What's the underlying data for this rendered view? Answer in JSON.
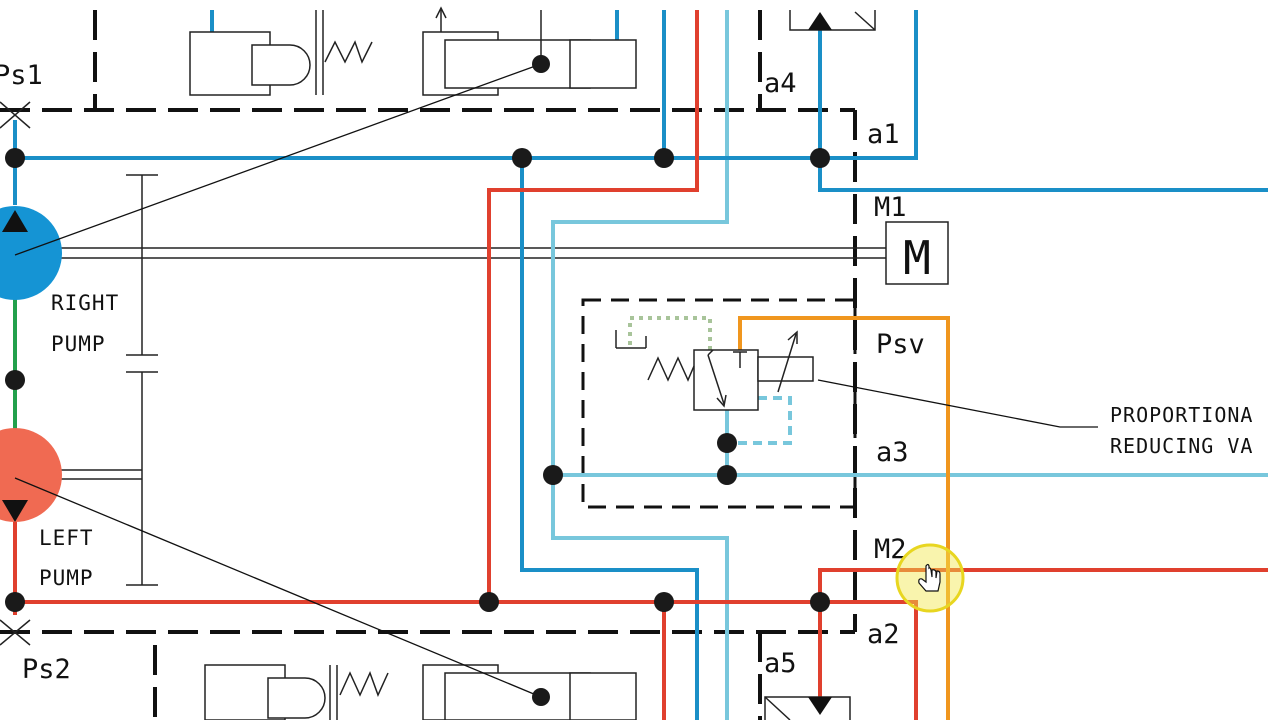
{
  "diagram": {
    "colors": {
      "pressure_red": "#e0402e",
      "pressure_blue": "#1a8fc7",
      "pilot_light_blue": "#78c7dc",
      "drain_green": "#a8c49a",
      "supply_orange": "#f0961e",
      "link_green": "#22a04c",
      "right_pump_fill": "#1594d4",
      "left_pump_fill": "#f06a52",
      "cursor_highlight": "#f2e64a"
    },
    "labels": {
      "ps1": "Ps1",
      "ps2": "Ps2",
      "a1": "a1",
      "a2": "a2",
      "a3": "a3",
      "a4": "a4",
      "a5": "a5",
      "m1": "M1",
      "m2": "M2",
      "psv": "Psv",
      "right_pump_line1": "RIGHT",
      "right_pump_line2": "PUMP",
      "left_pump_line1": "LEFT",
      "left_pump_line2": "PUMP",
      "valve_line1": "PROPORTIONA",
      "valve_line2": "REDUCING VA"
    },
    "icons": {
      "motor_symbol": "M",
      "cursor": "hand-pointer-icon"
    }
  }
}
